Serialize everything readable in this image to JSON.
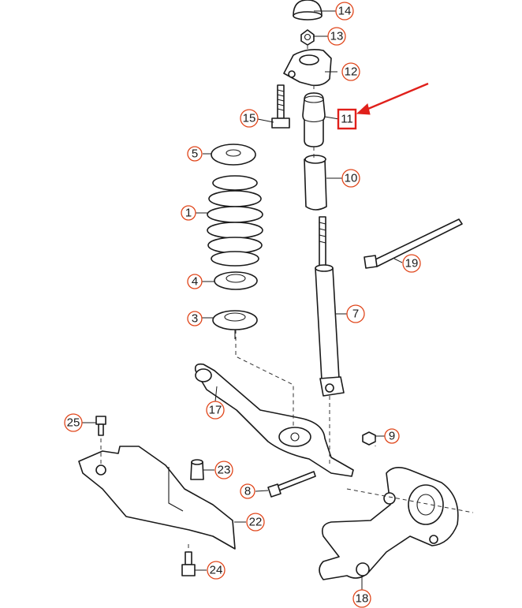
{
  "colors": {
    "callout_ring": "#e0461b",
    "highlight": "#e0201b",
    "line": "#1a1a1a",
    "background": "#ffffff"
  },
  "callouts": [
    {
      "id": "1",
      "label": "1"
    },
    {
      "id": "3",
      "label": "3"
    },
    {
      "id": "4",
      "label": "4"
    },
    {
      "id": "5",
      "label": "5"
    },
    {
      "id": "7",
      "label": "7"
    },
    {
      "id": "8",
      "label": "8"
    },
    {
      "id": "9",
      "label": "9"
    },
    {
      "id": "10",
      "label": "10"
    },
    {
      "id": "11",
      "label": "11"
    },
    {
      "id": "12",
      "label": "12"
    },
    {
      "id": "13",
      "label": "13"
    },
    {
      "id": "14",
      "label": "14"
    },
    {
      "id": "15",
      "label": "15"
    },
    {
      "id": "17",
      "label": "17"
    },
    {
      "id": "18",
      "label": "18"
    },
    {
      "id": "19",
      "label": "19"
    },
    {
      "id": "22",
      "label": "22"
    },
    {
      "id": "23",
      "label": "23"
    },
    {
      "id": "24",
      "label": "24"
    },
    {
      "id": "25",
      "label": "25"
    }
  ],
  "highlighted_callout": "11"
}
